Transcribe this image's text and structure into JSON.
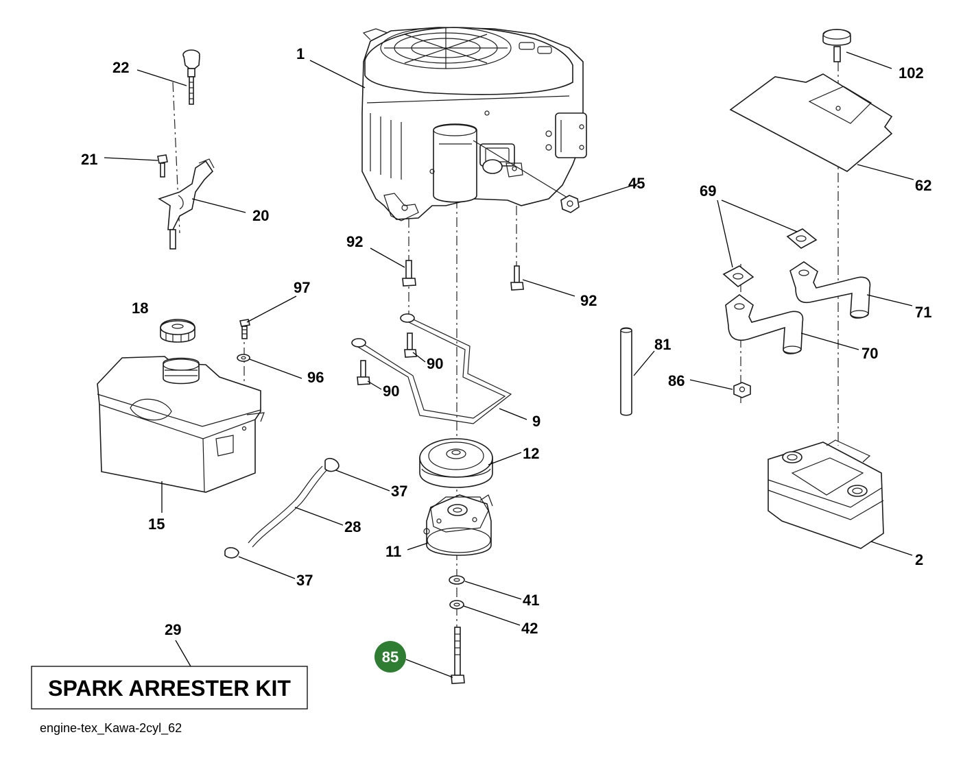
{
  "callouts": {
    "c1": "1",
    "c2": "2",
    "c9": "9",
    "c11": "11",
    "c12": "12",
    "c15": "15",
    "c18": "18",
    "c20": "20",
    "c21": "21",
    "c22": "22",
    "c28": "28",
    "c29": "29",
    "c37a": "37",
    "c37b": "37",
    "c41": "41",
    "c42": "42",
    "c45": "45",
    "c62": "62",
    "c69": "69",
    "c70": "70",
    "c71": "71",
    "c81": "81",
    "c85": "85",
    "c86": "86",
    "c90a": "90",
    "c90b": "90",
    "c92a": "92",
    "c92b": "92",
    "c96": "96",
    "c97": "97",
    "c102": "102"
  },
  "highlighted_callout_color": "#2e7d32",
  "kit_box": {
    "label": "SPARK ARRESTER KIT"
  },
  "footer": {
    "caption": "engine-tex_Kawa-2cyl_62"
  }
}
